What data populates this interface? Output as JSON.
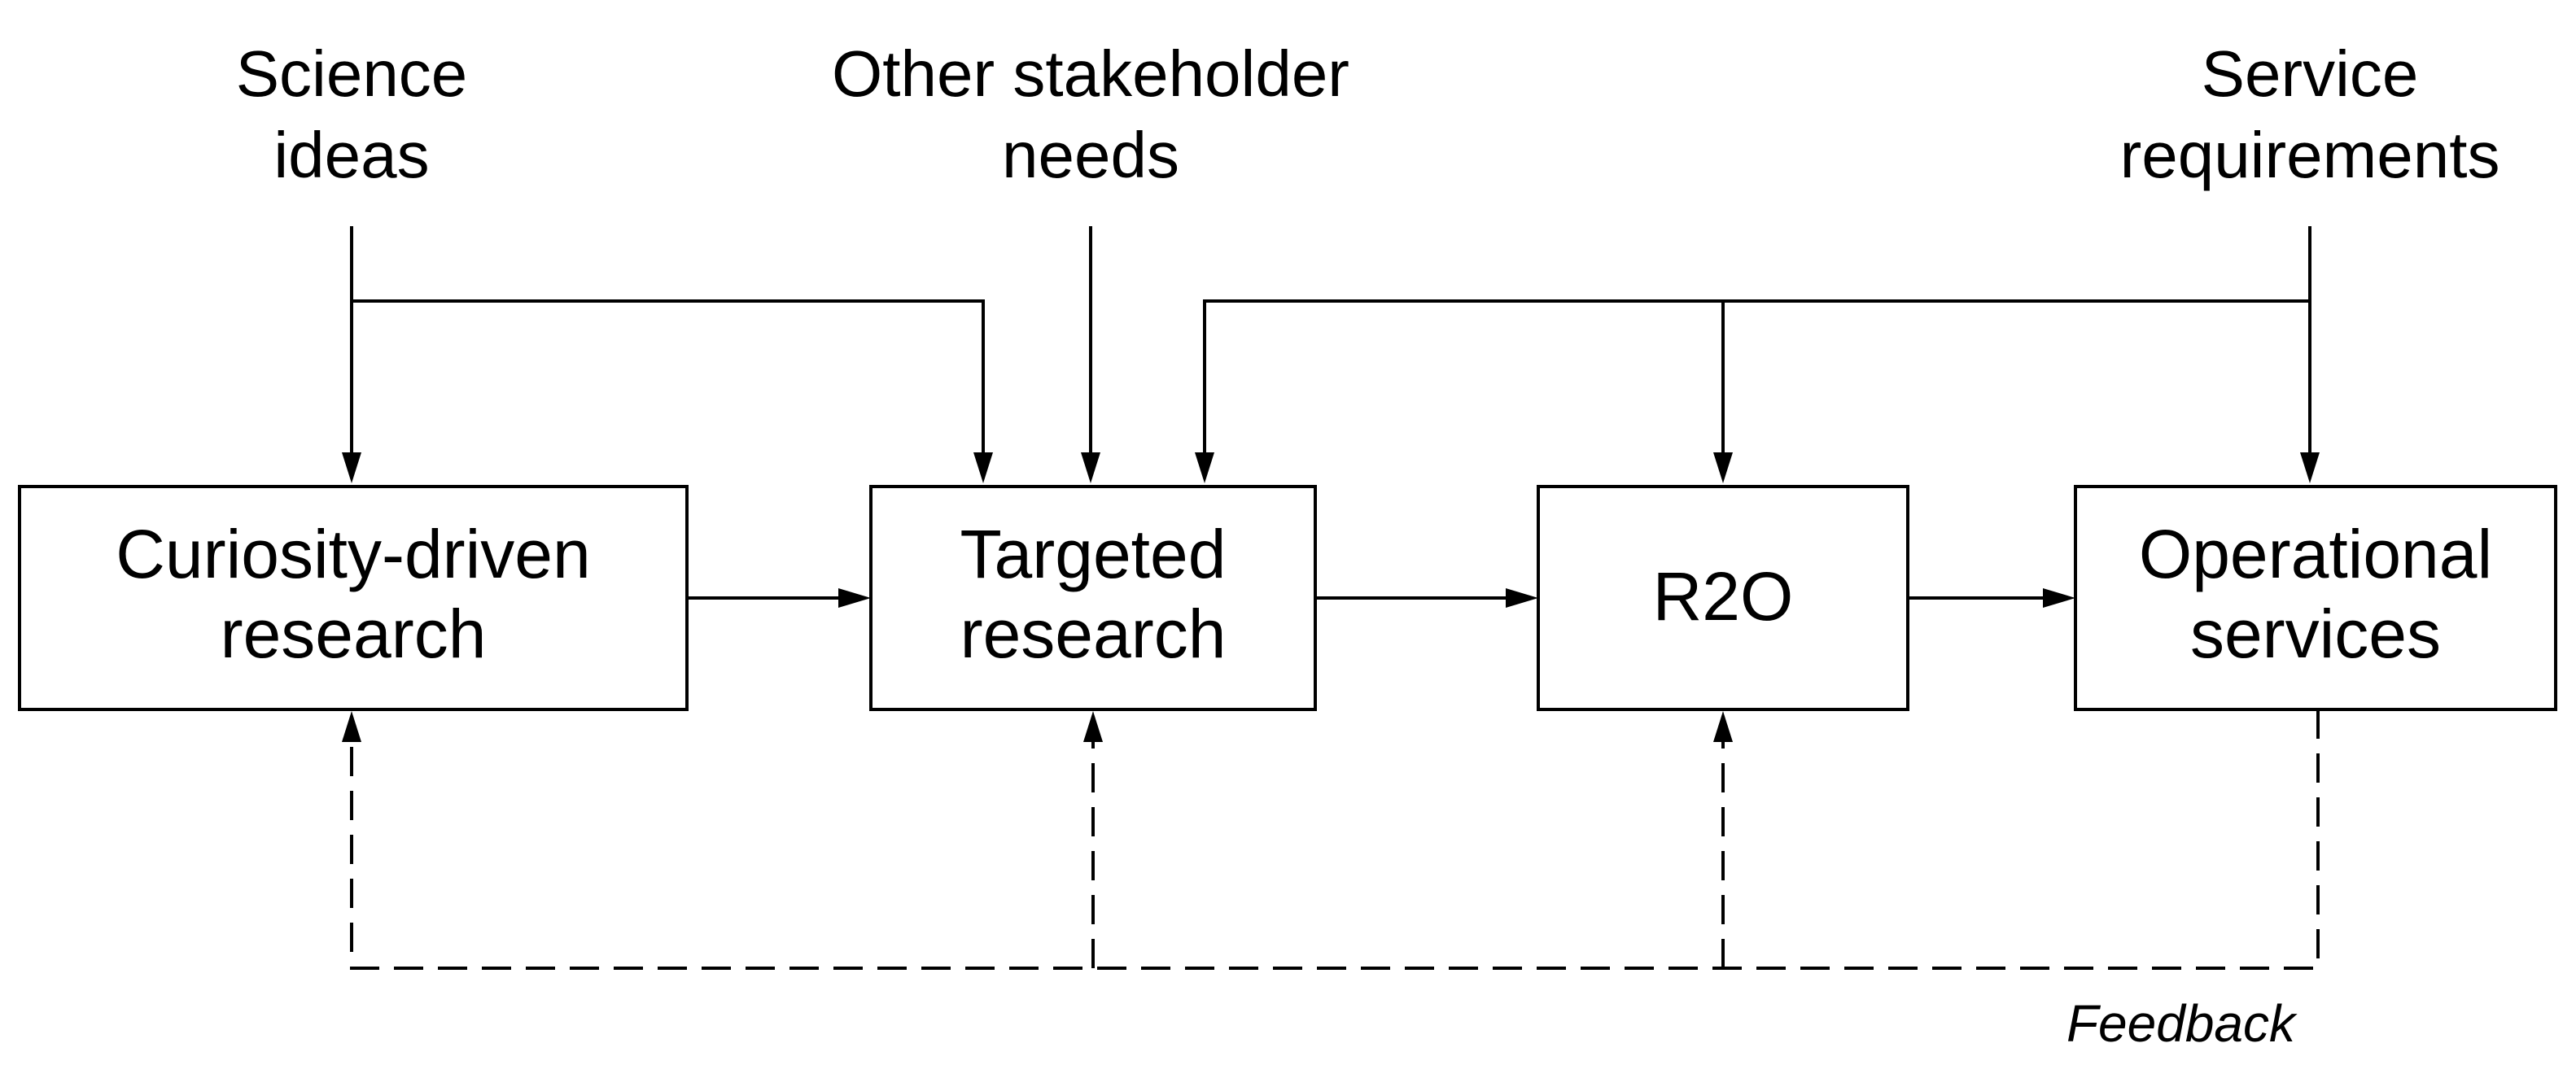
{
  "inputs": {
    "science_ideas": {
      "line1": "Science",
      "line2": "ideas"
    },
    "stakeholder_needs": {
      "line1": "Other stakeholder",
      "line2": "needs"
    },
    "service_requirements": {
      "line1": "Service",
      "line2": "requirements"
    }
  },
  "boxes": {
    "curiosity": {
      "line1": "Curiosity-driven",
      "line2": "research"
    },
    "targeted": {
      "line1": "Targeted",
      "line2": "research"
    },
    "r2o": {
      "line1": "R2O"
    },
    "operational": {
      "line1": "Operational",
      "line2": "services"
    }
  },
  "feedback_label": "Feedback",
  "colors": {
    "line": "#000000",
    "background": "#ffffff"
  }
}
